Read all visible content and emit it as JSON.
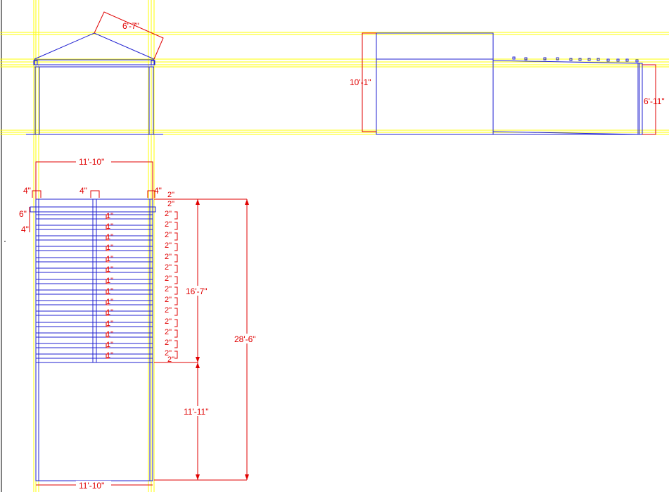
{
  "drawing": {
    "dimensions": {
      "roof_slope": "6'-7\"",
      "elevation_height": "10'-1\"",
      "elevation_end_height": "6'-11\"",
      "plan_top_width": "11'-10\"",
      "plan_bottom_width": "11'-10\"",
      "post_offset_left": "4\"",
      "post_offset_mid": "4\"",
      "post_offset_right": "4\"",
      "beam_depth": "6\"",
      "beam_offset": "4\"",
      "rafter_spacing": "2\"",
      "rafter_width": "1\"",
      "covered_length": "16'-7\"",
      "open_length": "11'-11\"",
      "total_length": "28'-6\""
    }
  }
}
